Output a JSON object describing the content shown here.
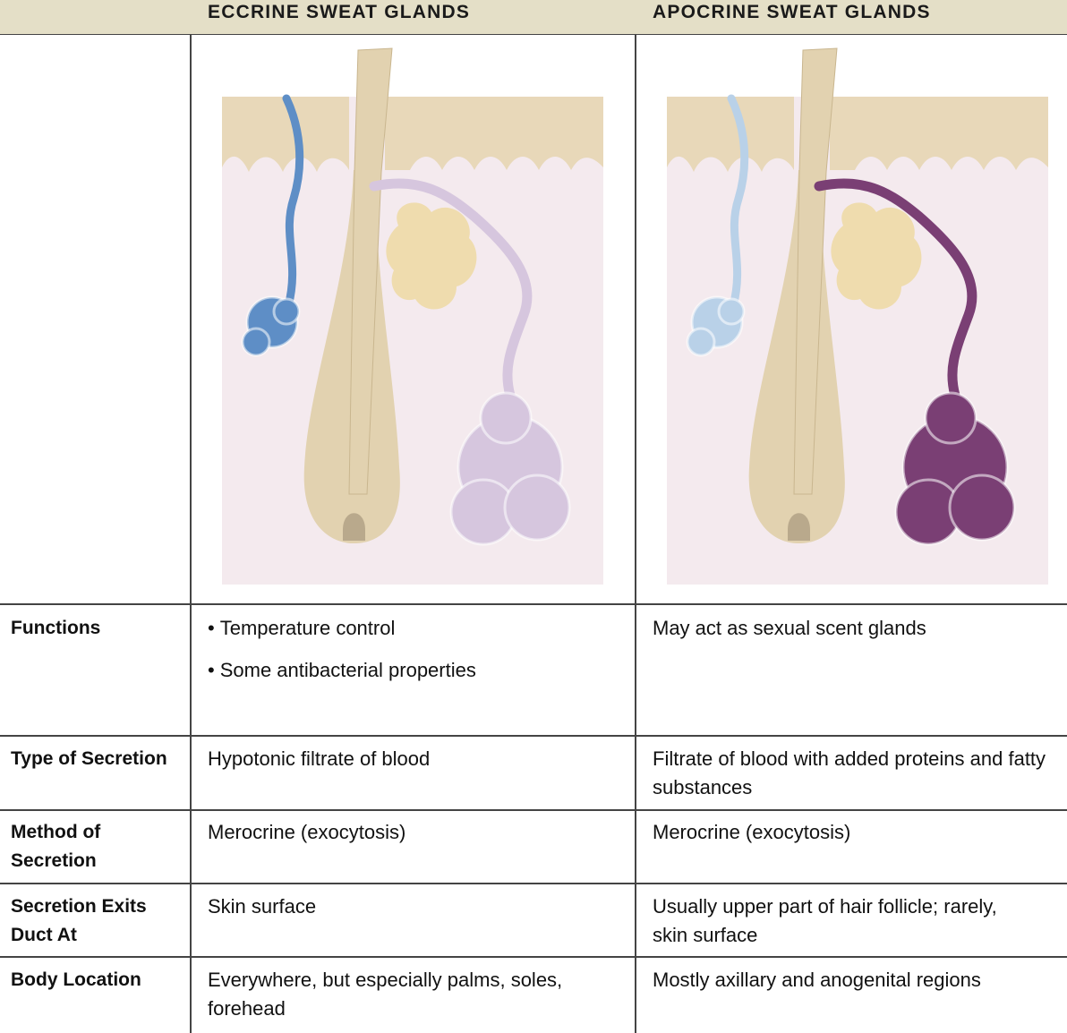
{
  "header": {
    "eccrine": "ECCRINE SWEAT GLANDS",
    "apocrine": "APOCRINE SWEAT GLANDS"
  },
  "illustration": {
    "skin_surface_color": "#e8d8b9",
    "dermis_color": "#f4eaee",
    "hair_color": "#e2d2b0",
    "sebaceous_color": "#efdcae",
    "eccrine": {
      "eccrine_gland_color": "#5e8ec6",
      "apocrine_gland_color": "#d6c6de"
    },
    "apocrine": {
      "eccrine_gland_color": "#b9d1e8",
      "apocrine_gland_color": "#7a3f74"
    }
  },
  "rows": [
    {
      "label": "Functions",
      "eccrine": [
        "Temperature control",
        "Some antibacterial properties"
      ],
      "apocrine": "May act as sexual scent glands"
    },
    {
      "label": "Type of Secretion",
      "eccrine": "Hypotonic filtrate of blood",
      "apocrine": "Filtrate of blood with added proteins and fatty substances"
    },
    {
      "label": "Method of Secretion",
      "eccrine": "Merocrine (exocytosis)",
      "apocrine": "Merocrine (exocytosis)"
    },
    {
      "label": "Secretion Exits Duct At",
      "eccrine": "Skin surface",
      "apocrine": "Usually upper part of hair follicle; rarely, skin surface"
    },
    {
      "label": "Body Location",
      "eccrine": "Everywhere, but especially palms, soles, forehead",
      "apocrine": "Mostly axillary and anogenital regions"
    }
  ]
}
